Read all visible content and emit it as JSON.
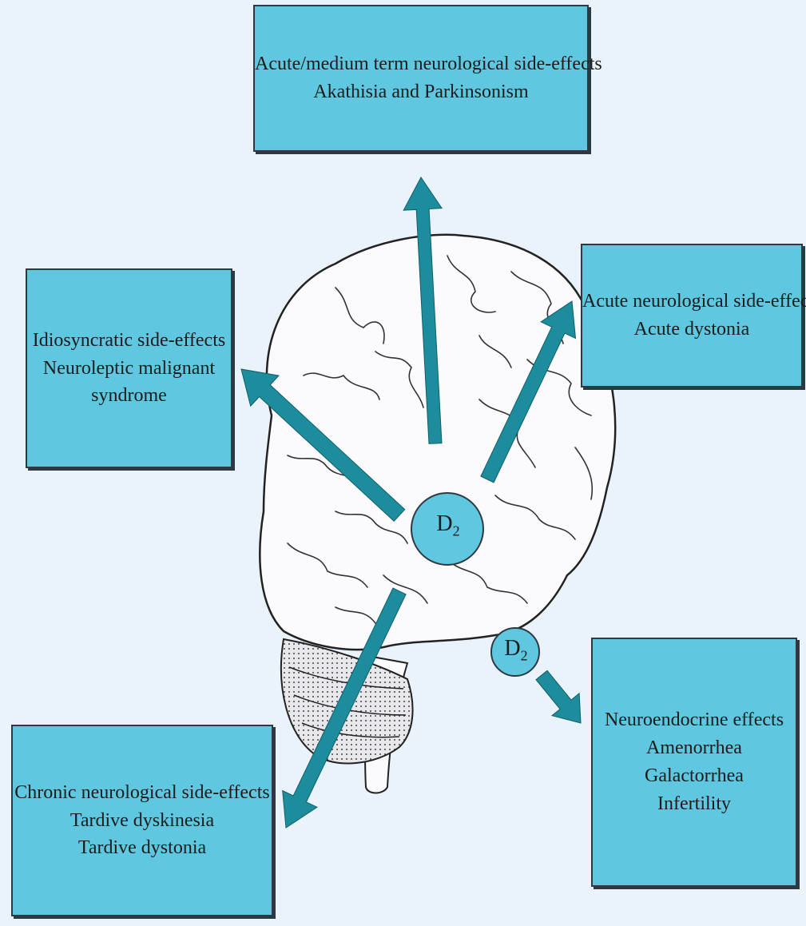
{
  "colors": {
    "box_fill": "#5fc7e0",
    "arrow": "#1d8c9c",
    "circle": "#5fc7e0",
    "brain_fill": "#fbfbfd",
    "background": "#eaf3fb"
  },
  "receptor": {
    "main": "D",
    "sub": "2"
  },
  "boxes": {
    "top": {
      "lines": [
        "Acute/medium term neurological side-effects",
        "Akathisia and Parkinsonism"
      ]
    },
    "left": {
      "lines": [
        "Idiosyncratic side-effects",
        "Neuroleptic malignant",
        "syndrome"
      ]
    },
    "right": {
      "lines": [
        "Acute neurological side-effects",
        "Acute dystonia"
      ]
    },
    "bottom_left": {
      "lines": [
        "Chronic neurological side-effects",
        "Tardive dyskinesia",
        "Tardive dystonia"
      ]
    },
    "bottom_right": {
      "lines": [
        "Neuroendocrine effects",
        "Amenorrhea",
        "Galactorrhea",
        "Infertility"
      ]
    }
  }
}
